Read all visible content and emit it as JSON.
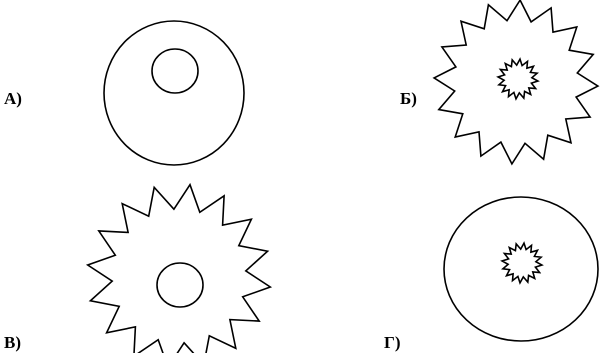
{
  "options": [
    {
      "label": "А)",
      "outer_shape": "circle",
      "inner_shape": "circle"
    },
    {
      "label": "Б)",
      "outer_shape": "star",
      "inner_shape": "star"
    },
    {
      "label": "В)",
      "outer_shape": "star",
      "inner_shape": "circle"
    },
    {
      "label": "Г)",
      "outer_shape": "circle",
      "inner_shape": "star"
    }
  ],
  "colors": {
    "stroke": "#000000",
    "background": "#ffffff"
  }
}
